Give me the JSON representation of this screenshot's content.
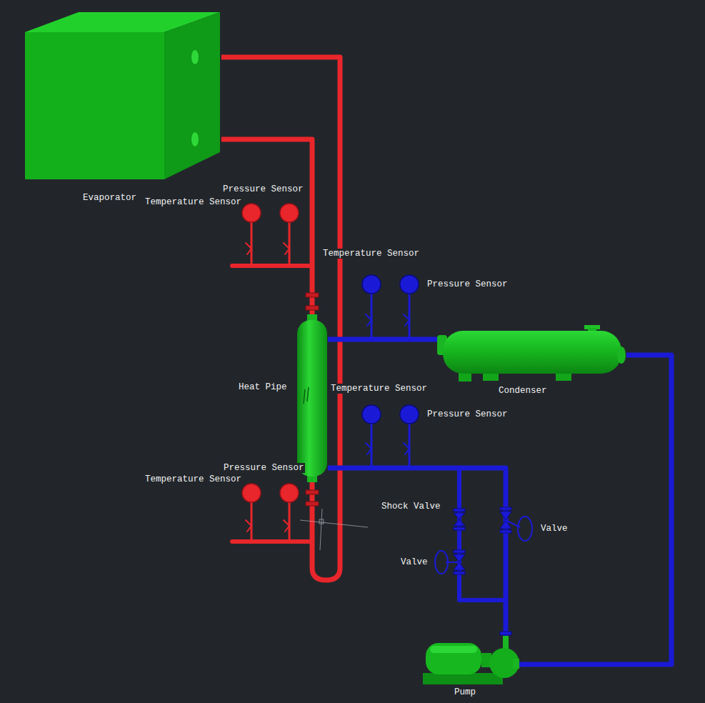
{
  "diagram": {
    "nodes": [
      {
        "text": [
          "Evaporator"
        ]
      },
      {
        "text": [
          "Heat Pipe"
        ]
      },
      {
        "text": [
          "Condenser"
        ]
      },
      {
        "text": [
          "Pump"
        ]
      }
    ],
    "edges": [
      {
        "from": 0,
        "to": 1,
        "arrow": "none"
      },
      {
        "from": 0,
        "to": 1,
        "arrow": "none"
      },
      {
        "from": 1,
        "to": 2,
        "arrow": "none"
      },
      {
        "from": 2,
        "to": 3,
        "arrow": "none"
      },
      {
        "from": 3,
        "to": 1,
        "arrow": "none"
      }
    ],
    "labels": [
      "Pressure Sensor",
      "Temperature Sensor",
      "Temperature Sensor",
      "Pressure Sensor",
      "Temperature Sensor",
      "Pressure Sensor",
      "Pressure Sensor",
      "Temperature Sensor",
      "Shock Valve",
      "Valve",
      "Valve"
    ]
  }
}
